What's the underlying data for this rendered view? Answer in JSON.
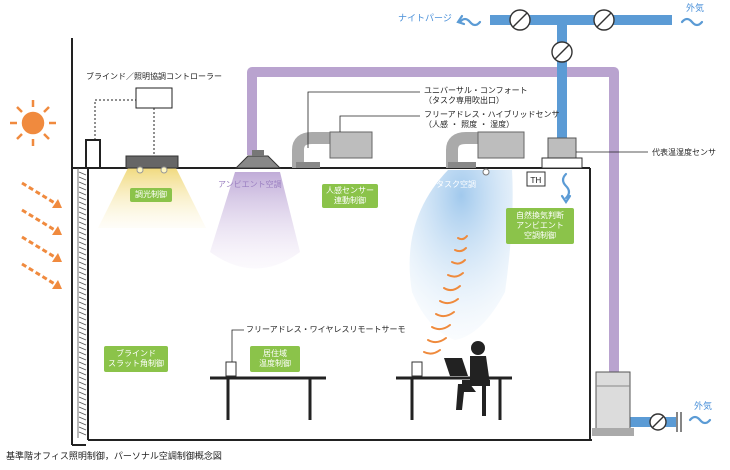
{
  "title": "基準階オフィス照明制御，パーソナル空調制御概念図",
  "colors": {
    "duct_blue": "#5b9bd5",
    "duct_purple": "#b9a3cf",
    "control_green": "#8bc34a",
    "sun_orange": "#f08a3e",
    "wave_orange": "#ef8a3c",
    "light_yellow": "#f3df8a"
  },
  "labels": {
    "blind_controller": "ブラインド／照明協調コントローラー",
    "universal_comfort_1": "ユニバーサル・コンフォート",
    "universal_comfort_2": "（タスク専用吹出口）",
    "hybrid_sensor_1": "フリーアドレス・ハイブリッドセンサ",
    "hybrid_sensor_2": "（人感 ・ 照度 ・ 湿度）",
    "rep_sensor": "代表温湿度センサ",
    "night_purge": "ナイトパージ",
    "outside_air_top": "外気",
    "outside_air_bottom": "外気",
    "ambient_ac": "アンビエント空調",
    "task_ac": "タスク空調",
    "wireless_thermo": "フリーアドレス・ワイヤレスリモートサーモ",
    "th_box": "TH"
  },
  "controls": {
    "dimming": "調光制御",
    "motion_1": "人感センサー",
    "motion_2": "連動制御",
    "natural_1": "自然換気判断",
    "natural_2": "アンビエント",
    "natural_3": "空調制御",
    "blind_1": "ブラインド",
    "blind_2": "スラット角制御",
    "zone_1": "居住域",
    "zone_2": "温度制御"
  },
  "icons": [
    "sun-icon",
    "sunlight-arrow-icon",
    "damper-icon",
    "wind-icon",
    "person-at-desk-icon",
    "thermostat-icon",
    "heat-wave-icon"
  ]
}
